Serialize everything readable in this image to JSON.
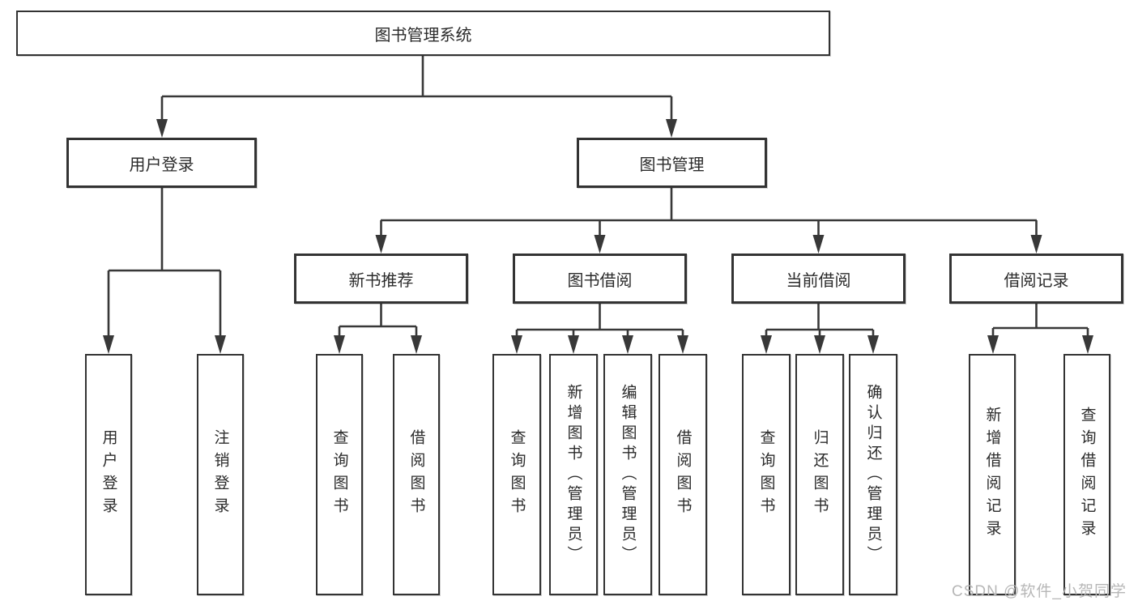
{
  "watermark": {
    "text": "CSDN @软件_小贺同学"
  },
  "colors": {
    "line": "#383838",
    "box_border": "#333333",
    "text": "#2b2b2b",
    "watermark": "#b7b7b7",
    "background": "#ffffff"
  },
  "tree": {
    "label": "图书管理系统",
    "children": [
      {
        "label": "用户登录",
        "children": [
          {
            "label": "用户登录"
          },
          {
            "label": "注销登录"
          }
        ]
      },
      {
        "label": "图书管理",
        "children": [
          {
            "label": "新书推荐",
            "children": [
              {
                "label": "查询图书"
              },
              {
                "label": "借阅图书"
              }
            ]
          },
          {
            "label": "图书借阅",
            "children": [
              {
                "label": "查询图书"
              },
              {
                "label": "新增图书（管理员）"
              },
              {
                "label": "编辑图书（管理员）"
              },
              {
                "label": "借阅图书"
              }
            ]
          },
          {
            "label": "当前借阅",
            "children": [
              {
                "label": "查询图书"
              },
              {
                "label": "归还图书"
              },
              {
                "label": "确认归还（管理员）"
              }
            ]
          },
          {
            "label": "借阅记录",
            "children": [
              {
                "label": "新增借阅记录"
              },
              {
                "label": "查询借阅记录"
              }
            ]
          }
        ]
      }
    ]
  }
}
